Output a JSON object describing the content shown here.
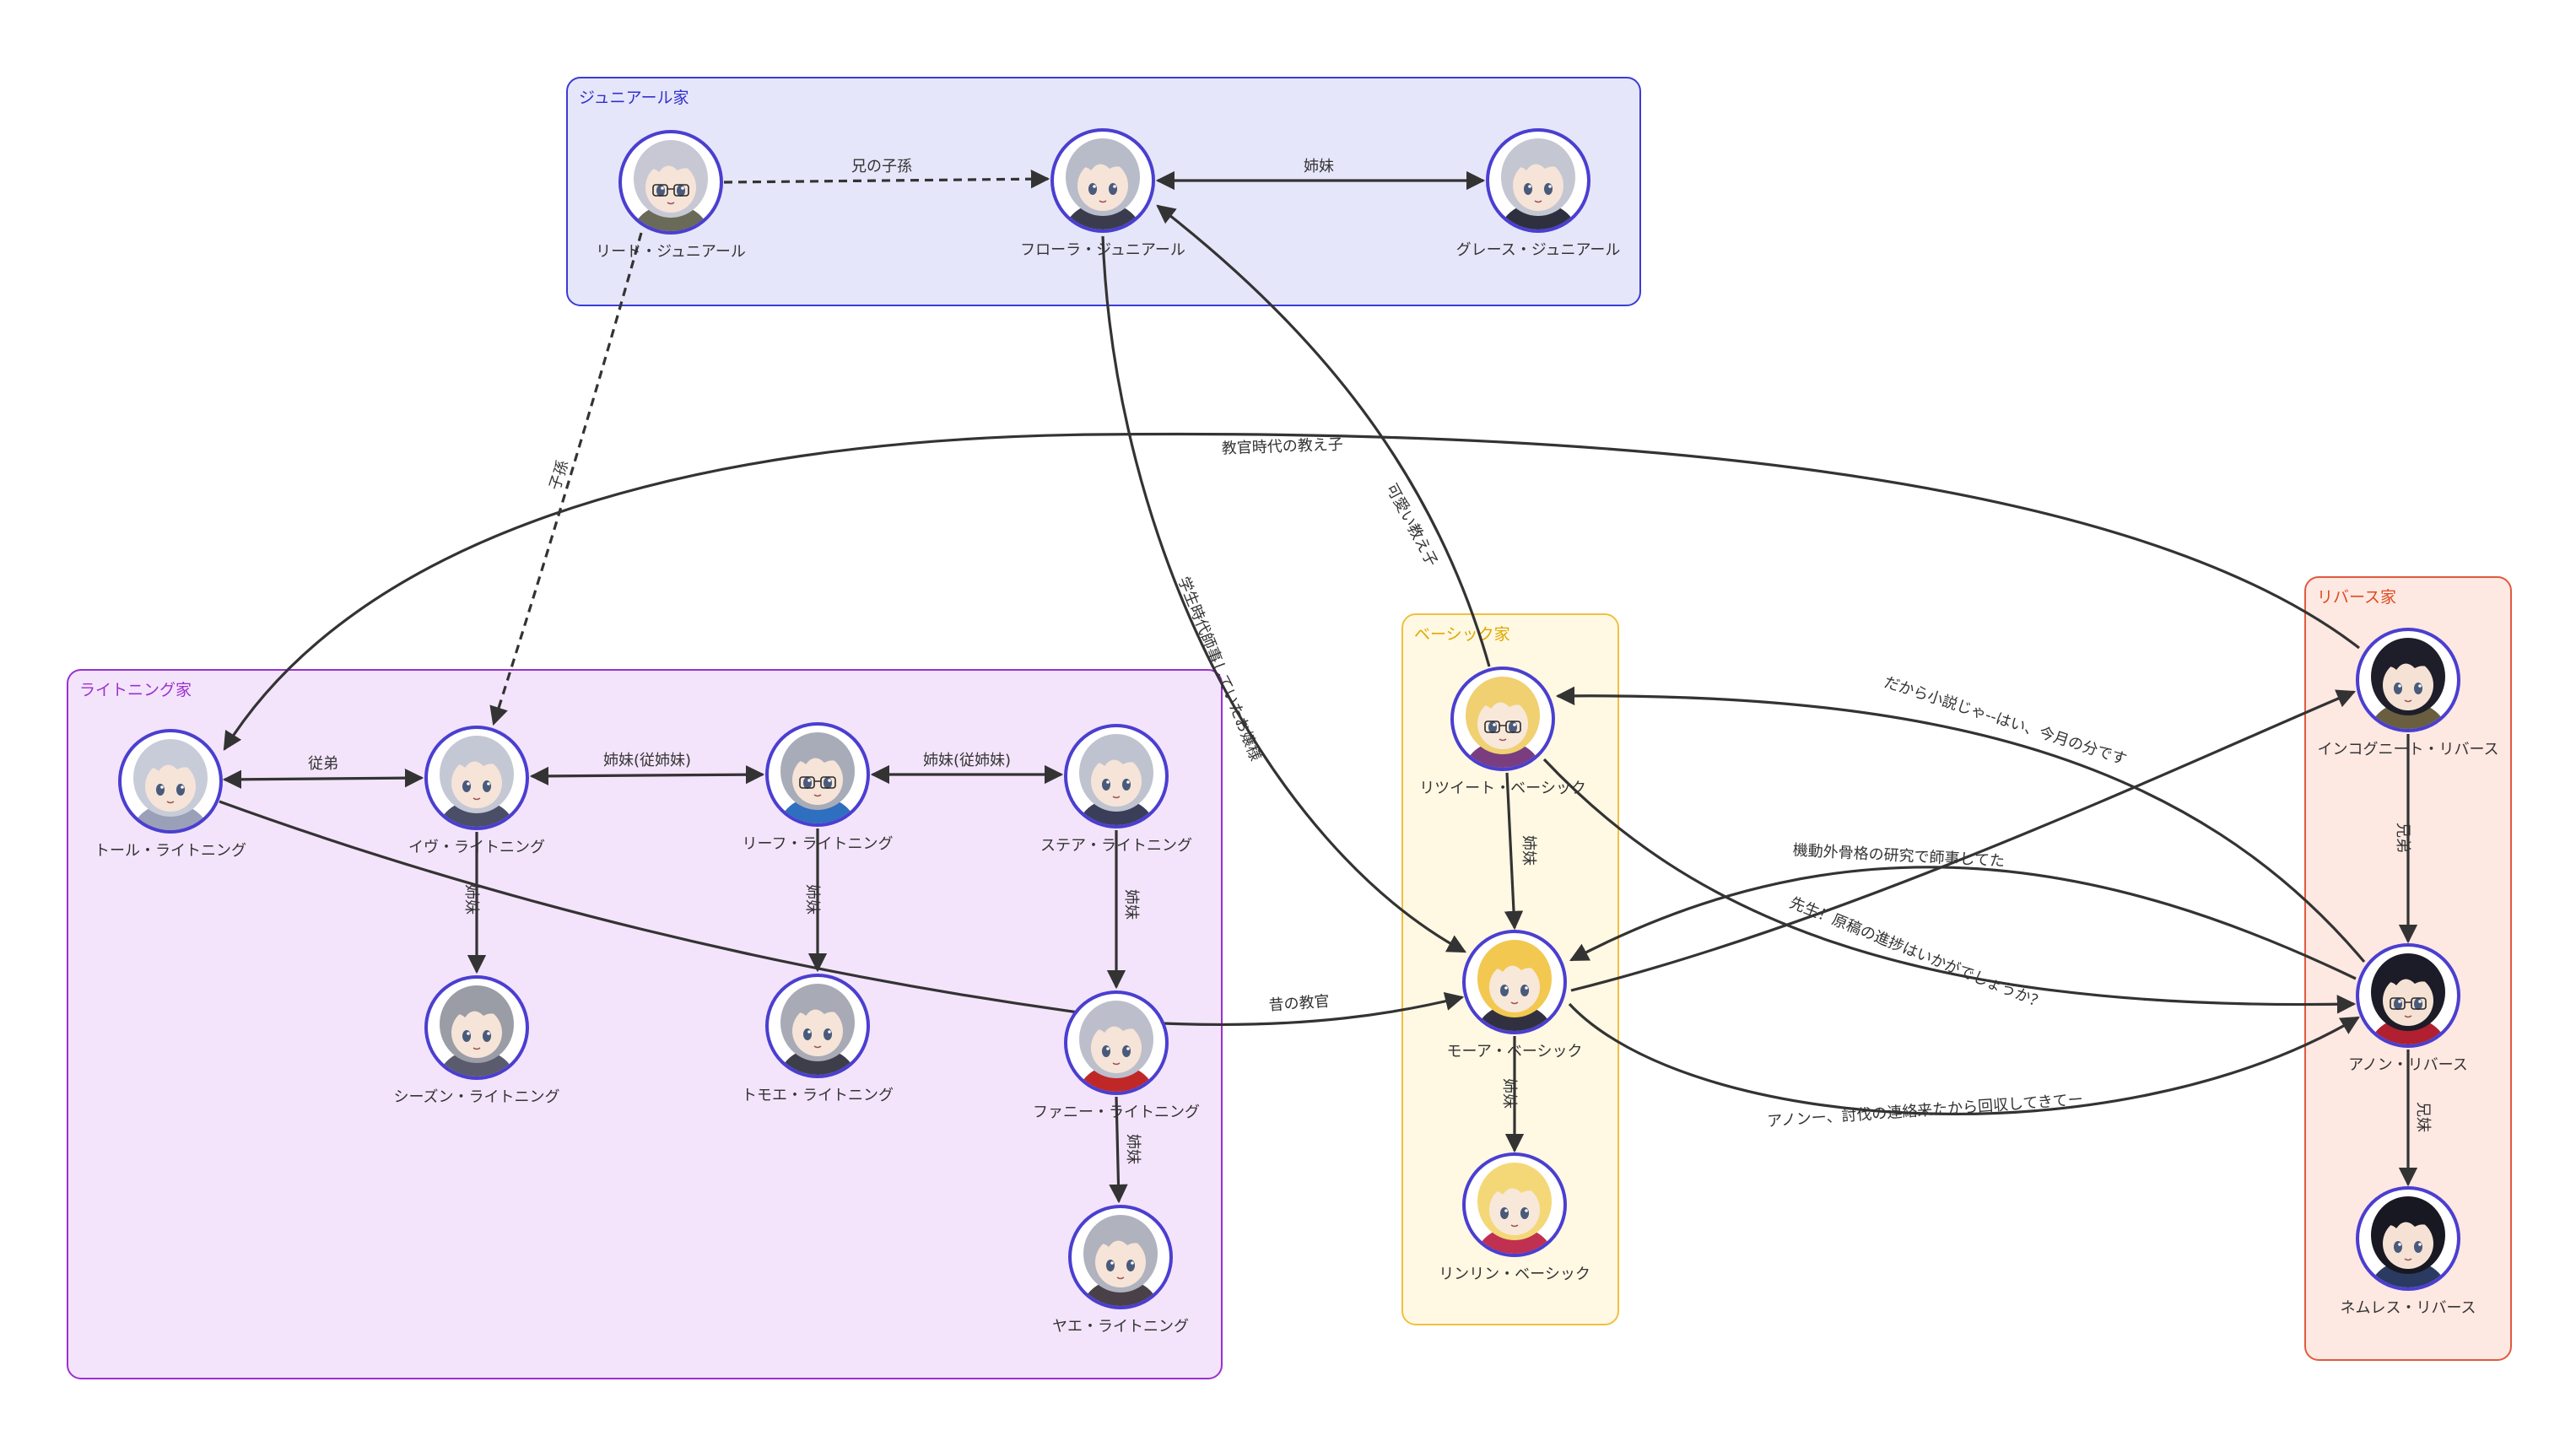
{
  "colors": {
    "edge": "#333333",
    "ring": "#4a3fd0",
    "junior_bg": "#e6e6fa",
    "junior_border": "#3b3bd6",
    "junior_text": "#3030d0",
    "lightning_bg": "#f3e4fb",
    "lightning_border": "#9b30d0",
    "lightning_text": "#9b30d0",
    "basic_bg": "#fff8e3",
    "basic_border": "#f0c040",
    "basic_text": "#e0a800",
    "rivers_bg": "#fde8e2",
    "rivers_border": "#e05a40",
    "rivers_text": "#e04a20"
  },
  "groups": [
    {
      "id": "junior",
      "label": "ジュニアール家"
    },
    {
      "id": "lightning",
      "label": "ライトニング家"
    },
    {
      "id": "basic",
      "label": "ベーシック家"
    },
    {
      "id": "rivers",
      "label": "リバース家"
    }
  ],
  "nodes": [
    {
      "id": "reed",
      "label": "リード・ジュニアール",
      "hair": "#c8c8d4",
      "skin": "#f6e4d8",
      "accent": "#6a6a58",
      "glasses": true
    },
    {
      "id": "flora",
      "label": "フローラ・ジュニアール",
      "hair": "#b8bcc8",
      "skin": "#f6e4d8",
      "accent": "#3a3c4e",
      "glasses": false
    },
    {
      "id": "grace",
      "label": "グレース・ジュニアール",
      "hair": "#c4c6d2",
      "skin": "#f6e4d8",
      "accent": "#2e3040",
      "glasses": false
    },
    {
      "id": "thor",
      "label": "トール・ライトニング",
      "hair": "#c8ccd8",
      "skin": "#f6e4d8",
      "accent": "#9aa0b8",
      "glasses": false
    },
    {
      "id": "eve",
      "label": "イヴ・ライトニング",
      "hair": "#c4c8d4",
      "skin": "#f6e4d8",
      "accent": "#4a4e66",
      "glasses": false
    },
    {
      "id": "leaf",
      "label": "リーフ・ライトニング",
      "hair": "#a8acb8",
      "skin": "#f6e4d8",
      "accent": "#2f6fc0",
      "glasses": true
    },
    {
      "id": "stair",
      "label": "ステア・ライトニング",
      "hair": "#bfc3d0",
      "skin": "#f6e4d8",
      "accent": "#3a3e58",
      "glasses": false
    },
    {
      "id": "season",
      "label": "シーズン・ライトニング",
      "hair": "#9a9ca6",
      "skin": "#f6e4d8",
      "accent": "#5a5c6e",
      "glasses": false
    },
    {
      "id": "tomoe",
      "label": "トモエ・ライトニング",
      "hair": "#a8aab6",
      "skin": "#f6e4d8",
      "accent": "#3e3e4a",
      "glasses": false
    },
    {
      "id": "funny",
      "label": "ファニー・ライトニング",
      "hair": "#bcbfcb",
      "skin": "#f6e4d8",
      "accent": "#c02828",
      "glasses": false
    },
    {
      "id": "yae",
      "label": "ヤエ・ライトニング",
      "hair": "#b0b2be",
      "skin": "#f6e4d8",
      "accent": "#4a4048",
      "glasses": false
    },
    {
      "id": "retweet",
      "label": "リツイート・ベーシック",
      "hair": "#f0d070",
      "skin": "#f8e8da",
      "accent": "#7a3e80",
      "glasses": true
    },
    {
      "id": "moa",
      "label": "モーア・ベーシック",
      "hair": "#f2c850",
      "skin": "#f8e8da",
      "accent": "#303040",
      "glasses": false
    },
    {
      "id": "rinrin",
      "label": "リンリン・ベーシック",
      "hair": "#f4d878",
      "skin": "#f8e8da",
      "accent": "#c03050",
      "glasses": false
    },
    {
      "id": "incognito",
      "label": "インコグニート・リバース",
      "hair": "#1e1e2a",
      "skin": "#f6e2d4",
      "accent": "#6a5e40",
      "glasses": false
    },
    {
      "id": "anon",
      "label": "アノン・リバース",
      "hair": "#1c1c28",
      "skin": "#f6e2d4",
      "accent": "#b02030",
      "glasses": true
    },
    {
      "id": "nameless",
      "label": "ネムレス・リバース",
      "hair": "#181822",
      "skin": "#f6e2d4",
      "accent": "#2a3a60",
      "glasses": false
    }
  ],
  "edges": [
    {
      "id": "reed-flora",
      "label": "兄の子孫",
      "dashed": true,
      "both": false
    },
    {
      "id": "flora-grace",
      "label": "姉妹",
      "dashed": false,
      "both": true
    },
    {
      "id": "reed-eve",
      "label": "子孫",
      "dashed": true,
      "both": false
    },
    {
      "id": "thor-eve",
      "label": "従弟",
      "dashed": false,
      "both": true
    },
    {
      "id": "eve-leaf",
      "label": "姉妹(従姉妹)",
      "dashed": false,
      "both": true
    },
    {
      "id": "leaf-stair",
      "label": "姉妹(従姉妹)",
      "dashed": false,
      "both": true
    },
    {
      "id": "eve-season",
      "label": "姉妹",
      "dashed": false,
      "both": false
    },
    {
      "id": "leaf-tomoe",
      "label": "姉妹",
      "dashed": false,
      "both": false
    },
    {
      "id": "stair-funny",
      "label": "姉妹",
      "dashed": false,
      "both": false
    },
    {
      "id": "funny-yae",
      "label": "姉妹",
      "dashed": false,
      "both": false
    },
    {
      "id": "incognito-thor",
      "label": "教官時代の教え子",
      "dashed": false,
      "both": false
    },
    {
      "id": "retweet-flora",
      "label": "可愛い教え子",
      "dashed": false,
      "both": false
    },
    {
      "id": "flora-moa",
      "label": "学生時代師事していたお嬢様",
      "dashed": false,
      "both": false
    },
    {
      "id": "thor-moa",
      "label": "昔の教官",
      "dashed": false,
      "both": false
    },
    {
      "id": "retweet-moa",
      "label": "姉妹",
      "dashed": false,
      "both": false
    },
    {
      "id": "moa-rinrin",
      "label": "姉妹",
      "dashed": false,
      "both": false
    },
    {
      "id": "anon-retweet",
      "label": "だから小説じゃ--はい、今月の分です",
      "dashed": false,
      "both": false
    },
    {
      "id": "retweet-anon",
      "label": "先生！原稿の進捗はいかがでしょうか？",
      "dashed": false,
      "both": false
    },
    {
      "id": "anon-moa",
      "label": "機動外骨格の研究で師事してた",
      "dashed": false,
      "both": false
    },
    {
      "id": "moa-incognito",
      "label": "",
      "dashed": false,
      "both": false
    },
    {
      "id": "moa-anon",
      "label": "アノンー、討伐の連絡来たから回収してきてー",
      "dashed": false,
      "both": false
    },
    {
      "id": "incognito-anon",
      "label": "兄弟",
      "dashed": false,
      "both": false
    },
    {
      "id": "anon-nameless",
      "label": "兄妹",
      "dashed": false,
      "both": false
    }
  ]
}
